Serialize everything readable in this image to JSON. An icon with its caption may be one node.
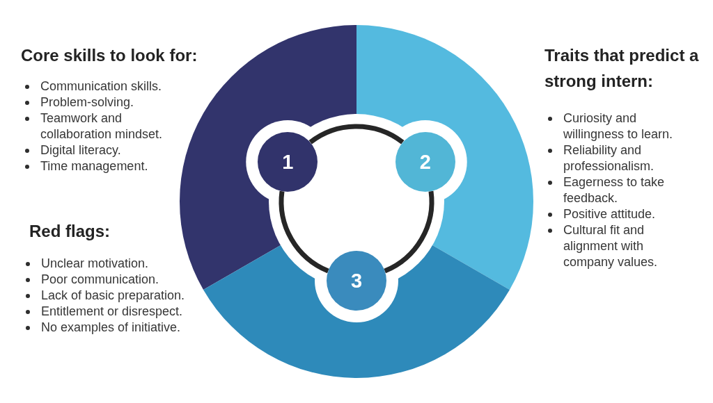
{
  "diagram": {
    "nodes": [
      {
        "text": [
          "1"
        ]
      },
      {
        "text": [
          "2"
        ]
      },
      {
        "text": [
          "3"
        ]
      }
    ],
    "edges": [
      {
        "from": 0,
        "to": 1,
        "arrow": "none"
      },
      {
        "from": 1,
        "to": 2,
        "arrow": "none"
      },
      {
        "from": 2,
        "to": 0,
        "arrow": "none"
      }
    ],
    "labels": [
      "Core skills to look for:",
      "Communication skills.",
      "Problem-solving.",
      "Teamwork and collaboration mindset.",
      "Digital literacy.",
      "Time management.",
      "Traits that predict a strong intern:",
      "Curiosity and willingness to learn.",
      "Reliability and professionalism.",
      "Eagerness to take feedback.",
      "Positive attitude.",
      "Cultural fit and alignment with company values.",
      "Red flags:",
      "Unclear motivation.",
      "Poor communication.",
      "Lack of basic preparation.",
      "Entitlement or disrespect.",
      "No examples of initiative."
    ]
  }
}
